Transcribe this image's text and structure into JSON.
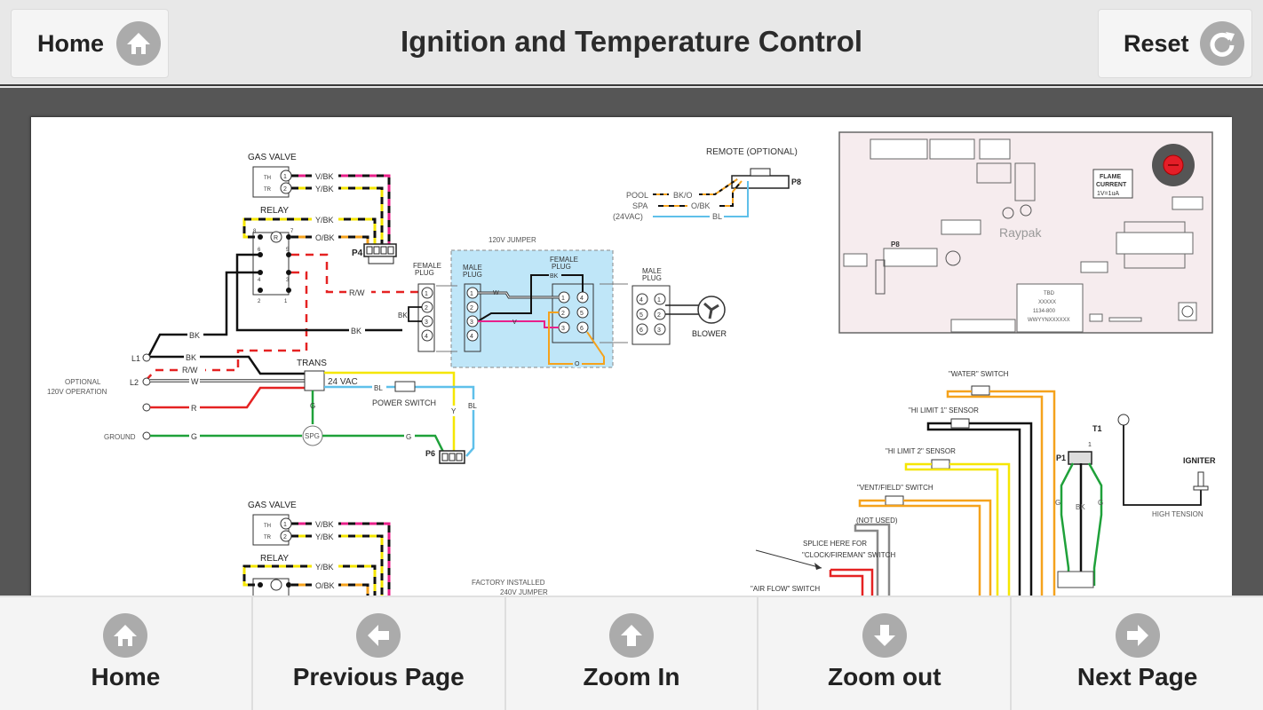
{
  "header": {
    "title": "Ignition and Temperature Control",
    "home_label": "Home",
    "reset_label": "Reset",
    "home_icon": "home-icon",
    "reset_icon": "refresh-icon"
  },
  "colors": {
    "button_icon_bg": "#ababab",
    "viewer_bg": "#565656",
    "wire_red": "#e52222",
    "wire_yellow": "#f5e600",
    "wire_blue": "#5fc0ea",
    "wire_green": "#1fa13a",
    "wire_orange": "#f5a21c",
    "wire_violet": "#e8208a",
    "jumper_fill": "#bfe6f8",
    "board_fill": "#f6ecee"
  },
  "diagram": {
    "gas_valve": {
      "title": "GAS VALVE",
      "pins": [
        "TH",
        "TR"
      ],
      "pin_nums": [
        "1",
        "2"
      ],
      "wires": [
        "V/BK",
        "Y/BK"
      ]
    },
    "relay": {
      "title": "RELAY",
      "wires": [
        "Y/BK",
        "O/BK"
      ],
      "pins": [
        "8",
        "7",
        "6",
        "5",
        "4",
        "3",
        "2",
        "1"
      ],
      "coil": "R"
    },
    "p4": "P4",
    "line": {
      "l1": "L1",
      "l2": "L2",
      "bk": "BK",
      "rw": "R/W",
      "w": "W",
      "r": "R",
      "g": "G"
    },
    "optional_label": [
      "OPTIONAL",
      "120V OPERATION"
    ],
    "ground_label": "GROUND",
    "trans": {
      "title": "TRANS",
      "vac": "24 VAC"
    },
    "power_switch": "POWER SWITCH",
    "bl": "BL",
    "y": "Y",
    "spg": "SPG",
    "p6": "P6",
    "jumper_title": "120V JUMPER",
    "female_plug": [
      "FEMALE",
      "PLUG"
    ],
    "male_plug": [
      "MALE",
      "PLUG"
    ],
    "jumper_wires": {
      "w": "W",
      "bk": "BK",
      "v": "V",
      "o": "O"
    },
    "blower": "BLOWER",
    "remote": {
      "title": "REMOTE (OPTIONAL)",
      "rows": [
        "POOL",
        "SPA",
        "(24VAC)"
      ],
      "wires": [
        "BK/O",
        "O/BK",
        "BL"
      ],
      "connector": "P8"
    },
    "board": {
      "brand": "Raypak",
      "flame_current": [
        "FLAME",
        "CURRENT",
        "1V=1uA"
      ],
      "chip": [
        "TBD",
        "XXXXX",
        "1134-800",
        "WWYYNXXXXXX"
      ],
      "p8": "P8"
    },
    "switches": {
      "water": "\"WATER\" SWITCH",
      "hi_limit_1": "\"HI LIMIT 1\" SENSOR",
      "hi_limit_2": "\"HI LIMIT 2\" SENSOR",
      "vent_field": "\"VENT/FIELD\" SWITCH",
      "not_used": "(NOT USED)",
      "splice_1": "SPLICE HERE FOR",
      "splice_2": "\"CLOCK/FIREMAN\" SWITCH",
      "air_flow": "\"AIR FLOW\" SWITCH"
    },
    "igniter": {
      "t1": "T1",
      "p1": "P1",
      "g": "G",
      "bk": "BK",
      "label": "IGNITER",
      "high_tension": "HIGH TENSION",
      "pin1": "1"
    },
    "factory_jumper": [
      "FACTORY INSTALLED",
      "240V JUMPER"
    ]
  },
  "footer": {
    "buttons": [
      {
        "label": "Home",
        "icon": "home-icon"
      },
      {
        "label": "Previous Page",
        "icon": "arrow-left-icon"
      },
      {
        "label": "Zoom In",
        "icon": "arrow-up-icon"
      },
      {
        "label": "Zoom out",
        "icon": "arrow-down-icon"
      },
      {
        "label": "Next Page",
        "icon": "arrow-right-icon"
      }
    ]
  }
}
